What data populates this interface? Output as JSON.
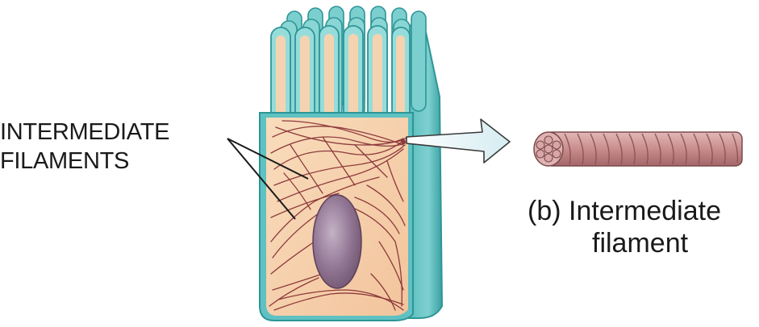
{
  "labels": {
    "intermediate_filaments_line1": "INTERMEDIATE",
    "intermediate_filaments_line2": "FILAMENTS",
    "caption_line1": "(b) Intermediate",
    "caption_line2": "filament"
  },
  "colors": {
    "cytoplasm": "#f6d2ae",
    "membrane_teal": "#5fc1c2",
    "membrane_dark": "#2e9596",
    "filament_line": "#8e3a3c",
    "nucleus": "#9a7f95",
    "filament_rope": "#c98d8e",
    "arrow_fill": "#e1f1f4"
  },
  "icons": {
    "cell": "epithelial-cell-icon",
    "rope": "filament-rope-icon"
  }
}
